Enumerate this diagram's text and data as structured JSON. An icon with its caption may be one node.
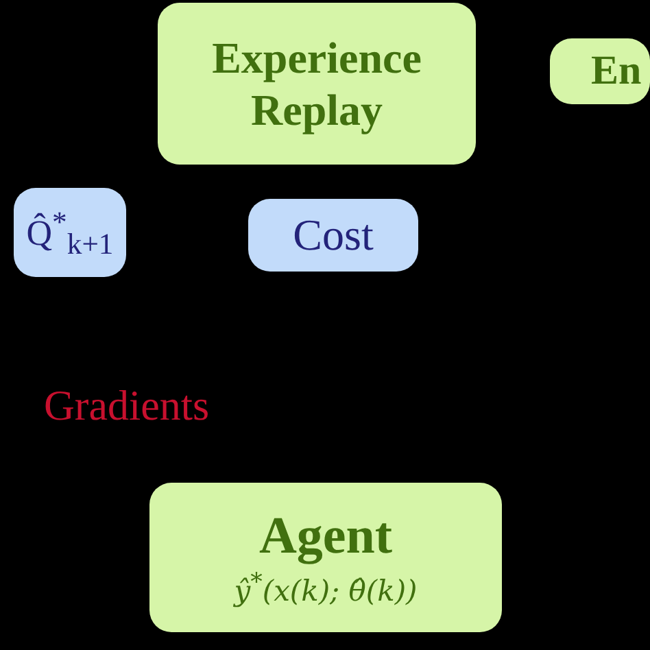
{
  "diagram": {
    "nodes": [
      {
        "text": [
          "Experience Replay"
        ]
      },
      {
        "text": [
          "En"
        ]
      },
      {
        "text": [
          "Q̂$^{*}$$_{k+1}$"
        ]
      },
      {
        "text": [
          "Cost"
        ]
      },
      {
        "text": [
          "Agent",
          "ŷ$^{*}$(x(k); θ̂(k))"
        ]
      }
    ],
    "labels": [
      "Gradients"
    ]
  }
}
